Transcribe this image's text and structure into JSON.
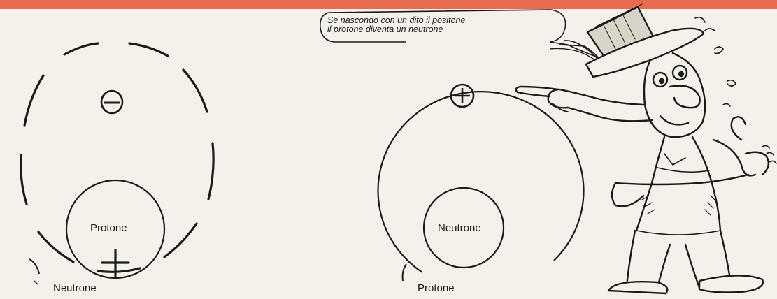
{
  "colors": {
    "top_bar": "#e86a4f",
    "paper": "#f4f1ea",
    "ink": "#1c1b1b"
  },
  "left_diagram": {
    "inner_circle_label": "Protone",
    "outer_label": "Neutrone"
  },
  "right_diagram": {
    "inner_circle_label": "Neutrone",
    "outer_label": "Protone"
  },
  "speech_bubble": {
    "line1": "Se nascondo con un dito il positone",
    "line2_prefix": "il protone diventa un",
    "line2_emphasis": "neutrone"
  },
  "cartoon": {
    "description_icon": "pointing-man-illustration"
  }
}
